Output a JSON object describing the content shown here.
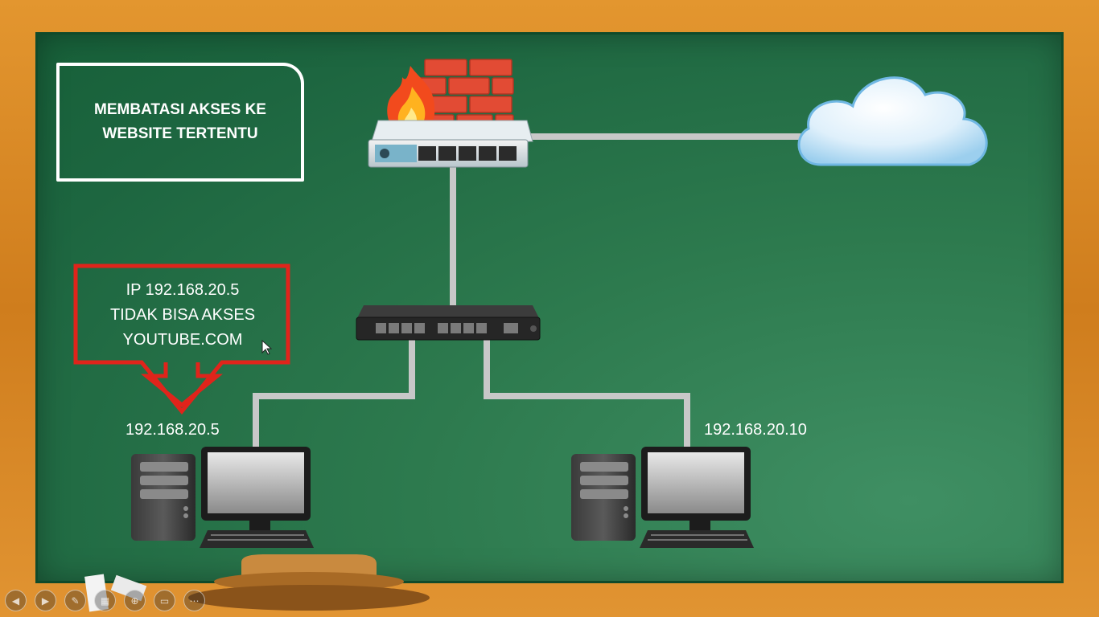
{
  "slide": {
    "title_lines": [
      "MEMBATASI AKSES KE",
      "WEBSITE TERTENTU"
    ],
    "note_lines": [
      "IP 192.168.20.5",
      "TIDAK BISA AKSES",
      "YOUTUBE.COM"
    ],
    "pc_left_ip": "192.168.20.5",
    "pc_right_ip": "192.168.20.10"
  },
  "colors": {
    "board": "#1f6b43",
    "frame": "#d98a28",
    "note_border": "#e0241b",
    "cable": "#c8c8c8"
  },
  "player_controls": [
    {
      "name": "previous-slide-icon",
      "glyph": "◀"
    },
    {
      "name": "next-slide-icon",
      "glyph": "▶"
    },
    {
      "name": "pen-icon",
      "glyph": "✎"
    },
    {
      "name": "slides-grid-icon",
      "glyph": "▦"
    },
    {
      "name": "zoom-icon",
      "glyph": "⊕"
    },
    {
      "name": "subtitles-icon",
      "glyph": "▭"
    },
    {
      "name": "more-options-icon",
      "glyph": "⋯"
    }
  ]
}
